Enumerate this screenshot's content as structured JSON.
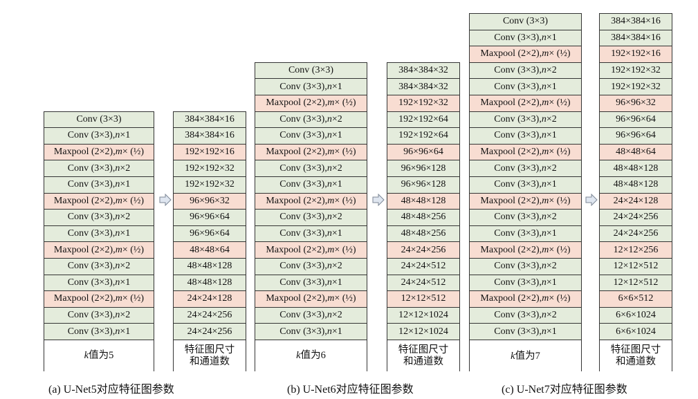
{
  "panels": [
    {
      "id": "a",
      "layers": [
        {
          "type": "conv",
          "text": "Conv (3×3)"
        },
        {
          "type": "conv",
          "text": "Conv (3×3), ",
          "var": "n",
          "suffix": "×1"
        },
        {
          "type": "pool",
          "text": "Maxpool (2×2), ",
          "var": "m",
          "suffix": "× (½)"
        },
        {
          "type": "conv",
          "text": "Conv (3×3), ",
          "var": "n",
          "suffix": "×2"
        },
        {
          "type": "conv",
          "text": "Conv (3×3), ",
          "var": "n",
          "suffix": "×1"
        },
        {
          "type": "pool",
          "text": "Maxpool (2×2), ",
          "var": "m",
          "suffix": "× (½)"
        },
        {
          "type": "conv",
          "text": "Conv (3×3), ",
          "var": "n",
          "suffix": "×2"
        },
        {
          "type": "conv",
          "text": "Conv (3×3), ",
          "var": "n",
          "suffix": "×1"
        },
        {
          "type": "pool",
          "text": "Maxpool (2×2), ",
          "var": "m",
          "suffix": "× (½)"
        },
        {
          "type": "conv",
          "text": "Conv (3×3), ",
          "var": "n",
          "suffix": "×2"
        },
        {
          "type": "conv",
          "text": "Conv (3×3), ",
          "var": "n",
          "suffix": "×1"
        },
        {
          "type": "pool",
          "text": "Maxpool (2×2), ",
          "var": "m",
          "suffix": "× (½)"
        },
        {
          "type": "conv",
          "text": "Conv (3×3), ",
          "var": "n",
          "suffix": "×2"
        },
        {
          "type": "conv",
          "text": "Conv (3×3), ",
          "var": "n",
          "suffix": "×1"
        }
      ],
      "sizes": [
        "384×384×16",
        "384×384×16",
        "192×192×16",
        "192×192×32",
        "192×192×32",
        "96×96×32",
        "96×96×64",
        "96×96×64",
        "48×48×64",
        "48×48×128",
        "48×48×128",
        "24×24×128",
        "24×24×256",
        "24×24×256"
      ],
      "k_var": "k",
      "k_label": "值为5",
      "size_footer": [
        "特征图尺寸",
        "和通道数"
      ],
      "caption": "(a)  U-Net5对应特征图参数"
    },
    {
      "id": "b",
      "layers": [
        {
          "type": "conv",
          "text": "Conv (3×3)"
        },
        {
          "type": "conv",
          "text": "Conv (3×3), ",
          "var": "n",
          "suffix": "×1"
        },
        {
          "type": "pool",
          "text": "Maxpool (2×2), ",
          "var": "m",
          "suffix": "× (½)"
        },
        {
          "type": "conv",
          "text": "Conv (3×3), ",
          "var": "n",
          "suffix": "×2"
        },
        {
          "type": "conv",
          "text": "Conv (3×3), ",
          "var": "n",
          "suffix": "×1"
        },
        {
          "type": "pool",
          "text": "Maxpool (2×2), ",
          "var": "m",
          "suffix": "× (½)"
        },
        {
          "type": "conv",
          "text": "Conv (3×3), ",
          "var": "n",
          "suffix": "×2"
        },
        {
          "type": "conv",
          "text": "Conv (3×3), ",
          "var": "n",
          "suffix": "×1"
        },
        {
          "type": "pool",
          "text": "Maxpool (2×2), ",
          "var": "m",
          "suffix": "× (½)"
        },
        {
          "type": "conv",
          "text": "Conv (3×3), ",
          "var": "n",
          "suffix": "×2"
        },
        {
          "type": "conv",
          "text": "Conv (3×3), ",
          "var": "n",
          "suffix": "×1"
        },
        {
          "type": "pool",
          "text": "Maxpool (2×2), ",
          "var": "m",
          "suffix": "× (½)"
        },
        {
          "type": "conv",
          "text": "Conv (3×3), ",
          "var": "n",
          "suffix": "×2"
        },
        {
          "type": "conv",
          "text": "Conv (3×3), ",
          "var": "n",
          "suffix": "×1"
        },
        {
          "type": "pool",
          "text": "Maxpool (2×2), ",
          "var": "m",
          "suffix": "× (½)"
        },
        {
          "type": "conv",
          "text": "Conv (3×3), ",
          "var": "n",
          "suffix": "×2"
        },
        {
          "type": "conv",
          "text": "Conv (3×3), ",
          "var": "n",
          "suffix": "×1"
        }
      ],
      "sizes": [
        "384×384×32",
        "384×384×32",
        "192×192×32",
        "192×192×64",
        "192×192×64",
        "96×96×64",
        "96×96×128",
        "96×96×128",
        "48×48×128",
        "48×48×256",
        "48×48×256",
        "24×24×256",
        "24×24×512",
        "24×24×512",
        "12×12×512",
        "12×12×1024",
        "12×12×1024"
      ],
      "k_var": "k",
      "k_label": "值为6",
      "size_footer": [
        "特征图尺寸",
        "和通道数"
      ],
      "caption": "(b) U-Net6对应特征图参数"
    },
    {
      "id": "c",
      "layers": [
        {
          "type": "conv",
          "text": "Conv (3×3)"
        },
        {
          "type": "conv",
          "text": "Conv (3×3), ",
          "var": "n",
          "suffix": "×1"
        },
        {
          "type": "pool",
          "text": "Maxpool (2×2), ",
          "var": "m",
          "suffix": "× (½)"
        },
        {
          "type": "conv",
          "text": "Conv (3×3), ",
          "var": "n",
          "suffix": "×2"
        },
        {
          "type": "conv",
          "text": "Conv (3×3), ",
          "var": "n",
          "suffix": "×1"
        },
        {
          "type": "pool",
          "text": "Maxpool (2×2), ",
          "var": "m",
          "suffix": "× (½)"
        },
        {
          "type": "conv",
          "text": "Conv (3×3), ",
          "var": "n",
          "suffix": "×2"
        },
        {
          "type": "conv",
          "text": "Conv (3×3), ",
          "var": "n",
          "suffix": "×1"
        },
        {
          "type": "pool",
          "text": "Maxpool (2×2), ",
          "var": "m",
          "suffix": "× (½)"
        },
        {
          "type": "conv",
          "text": "Conv (3×3), ",
          "var": "n",
          "suffix": "×2"
        },
        {
          "type": "conv",
          "text": "Conv (3×3), ",
          "var": "n",
          "suffix": "×1"
        },
        {
          "type": "pool",
          "text": "Maxpool (2×2), ",
          "var": "m",
          "suffix": "× (½)"
        },
        {
          "type": "conv",
          "text": "Conv (3×3), ",
          "var": "n",
          "suffix": "×2"
        },
        {
          "type": "conv",
          "text": "Conv (3×3), ",
          "var": "n",
          "suffix": "×1"
        },
        {
          "type": "pool",
          "text": "Maxpool (2×2), ",
          "var": "m",
          "suffix": "× (½)"
        },
        {
          "type": "conv",
          "text": "Conv (3×3), ",
          "var": "n",
          "suffix": "×2"
        },
        {
          "type": "conv",
          "text": "Conv (3×3), ",
          "var": "n",
          "suffix": "×1"
        },
        {
          "type": "pool",
          "text": "Maxpool (2×2), ",
          "var": "m",
          "suffix": "× (½)"
        },
        {
          "type": "conv",
          "text": "Conv (3×3), ",
          "var": "n",
          "suffix": "×2"
        },
        {
          "type": "conv",
          "text": "Conv  (3×3), ",
          "var": "n",
          "suffix": "×1"
        }
      ],
      "sizes": [
        "384×384×16",
        "384×384×16",
        "192×192×16",
        "192×192×32",
        "192×192×32",
        "96×96×32",
        "96×96×64",
        "96×96×64",
        "48×48×64",
        "48×48×128",
        "48×48×128",
        "24×24×128",
        "24×24×256",
        "24×24×256",
        "12×12×256",
        "12×12×512",
        "12×12×512",
        "6×6×512",
        "6×6×1024",
        "6×6×1024"
      ],
      "k_var": "k",
      "k_label": "值为7",
      "size_footer": [
        "特征图尺寸",
        "和通道数"
      ],
      "caption": "(c) U-Net7对应特征图参数"
    }
  ],
  "colors": {
    "conv": "#e4ecdc",
    "pool": "#f8ddd2",
    "arrow_fill": "#dfe6f0",
    "arrow_stroke": "#7c8796"
  }
}
